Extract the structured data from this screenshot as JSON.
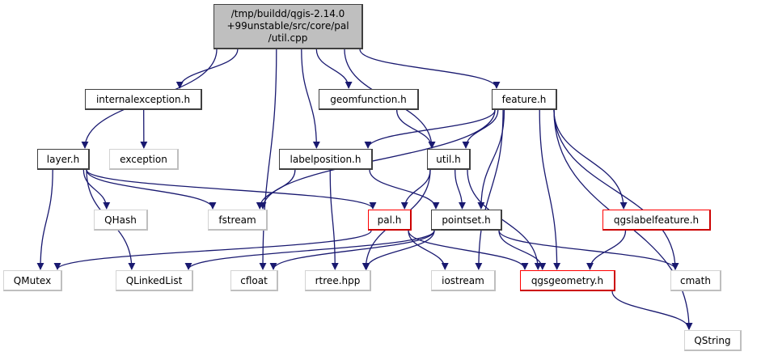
{
  "graph": {
    "colors": {
      "edge": "#191970",
      "root_fill": "#bfbfbf",
      "local_border": "#404040",
      "external_border": "#bfbfbf",
      "incomplete_border": "#ff0000"
    },
    "root": {
      "id": "util_cpp",
      "lines": [
        "/tmp/buildd/qgis-2.14.0",
        "+99unstable/src/core/pal",
        "/util.cpp"
      ]
    },
    "nodes": [
      {
        "id": "internalexception_h",
        "label": "internalexception.h",
        "kind": "local"
      },
      {
        "id": "exception",
        "label": "exception",
        "kind": "external"
      },
      {
        "id": "geomfunction_h",
        "label": "geomfunction.h",
        "kind": "local"
      },
      {
        "id": "feature_h",
        "label": "feature.h",
        "kind": "local"
      },
      {
        "id": "layer_h",
        "label": "layer.h",
        "kind": "local"
      },
      {
        "id": "labelposition_h",
        "label": "labelposition.h",
        "kind": "local"
      },
      {
        "id": "util_h",
        "label": "util.h",
        "kind": "local"
      },
      {
        "id": "QHash",
        "label": "QHash",
        "kind": "external"
      },
      {
        "id": "fstream",
        "label": "fstream",
        "kind": "external"
      },
      {
        "id": "pal_h",
        "label": "pal.h",
        "kind": "incomplete"
      },
      {
        "id": "pointset_h",
        "label": "pointset.h",
        "kind": "local"
      },
      {
        "id": "qgslabelfeature_h",
        "label": "qgslabelfeature.h",
        "kind": "incomplete"
      },
      {
        "id": "QMutex",
        "label": "QMutex",
        "kind": "external"
      },
      {
        "id": "QLinkedList",
        "label": "QLinkedList",
        "kind": "external"
      },
      {
        "id": "cfloat",
        "label": "cfloat",
        "kind": "external"
      },
      {
        "id": "rtree_hpp",
        "label": "rtree.hpp",
        "kind": "external"
      },
      {
        "id": "iostream",
        "label": "iostream",
        "kind": "external"
      },
      {
        "id": "qgsgeometry_h",
        "label": "qgsgeometry.h",
        "kind": "incomplete"
      },
      {
        "id": "cmath",
        "label": "cmath",
        "kind": "external"
      },
      {
        "id": "QString",
        "label": "QString",
        "kind": "external"
      }
    ],
    "edges": [
      [
        "util_cpp",
        "layer_h"
      ],
      [
        "util_cpp",
        "internalexception_h"
      ],
      [
        "util_cpp",
        "cfloat"
      ],
      [
        "util_cpp",
        "labelposition_h"
      ],
      [
        "util_cpp",
        "geomfunction_h"
      ],
      [
        "util_cpp",
        "util_h"
      ],
      [
        "util_cpp",
        "feature_h"
      ],
      [
        "internalexception_h",
        "exception"
      ],
      [
        "layer_h",
        "QMutex"
      ],
      [
        "layer_h",
        "QLinkedList"
      ],
      [
        "layer_h",
        "QHash"
      ],
      [
        "layer_h",
        "fstream"
      ],
      [
        "layer_h",
        "pal_h"
      ],
      [
        "geomfunction_h",
        "util_h"
      ],
      [
        "feature_h",
        "fstream"
      ],
      [
        "feature_h",
        "labelposition_h"
      ],
      [
        "feature_h",
        "util_h"
      ],
      [
        "feature_h",
        "pointset_h"
      ],
      [
        "feature_h",
        "iostream"
      ],
      [
        "feature_h",
        "qgslabelfeature_h"
      ],
      [
        "feature_h",
        "qgsgeometry_h"
      ],
      [
        "feature_h",
        "cmath"
      ],
      [
        "feature_h",
        "QString"
      ],
      [
        "labelposition_h",
        "fstream"
      ],
      [
        "labelposition_h",
        "rtree_hpp"
      ],
      [
        "labelposition_h",
        "pointset_h"
      ],
      [
        "util_h",
        "rtree_hpp"
      ],
      [
        "util_h",
        "pal_h"
      ],
      [
        "util_h",
        "pointset_h"
      ],
      [
        "util_h",
        "qgsgeometry_h"
      ],
      [
        "pal_h",
        "QMutex"
      ],
      [
        "pal_h",
        "iostream"
      ],
      [
        "pal_h",
        "qgsgeometry_h"
      ],
      [
        "pointset_h",
        "QLinkedList"
      ],
      [
        "pointset_h",
        "cfloat"
      ],
      [
        "pointset_h",
        "rtree_hpp"
      ],
      [
        "pointset_h",
        "qgsgeometry_h"
      ],
      [
        "pointset_h",
        "cmath"
      ],
      [
        "qgslabelfeature_h",
        "qgsgeometry_h"
      ],
      [
        "qgsgeometry_h",
        "QString"
      ]
    ]
  }
}
